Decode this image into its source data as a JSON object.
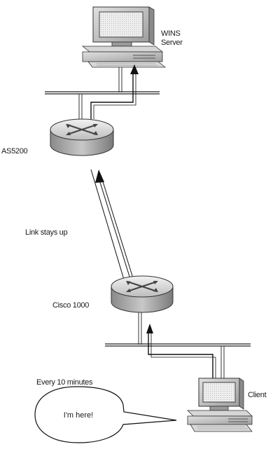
{
  "nodes": {
    "wins_server": {
      "label_line1": "WINS",
      "label_line2": "Server"
    },
    "as5200": {
      "label": "AS5200"
    },
    "cisco1000": {
      "label": "Cisco 1000"
    },
    "client": {
      "label": "Client"
    }
  },
  "annotations": {
    "link_status": "Link stays up",
    "interval": "Every 10 minutes",
    "message": "I'm here!"
  }
}
